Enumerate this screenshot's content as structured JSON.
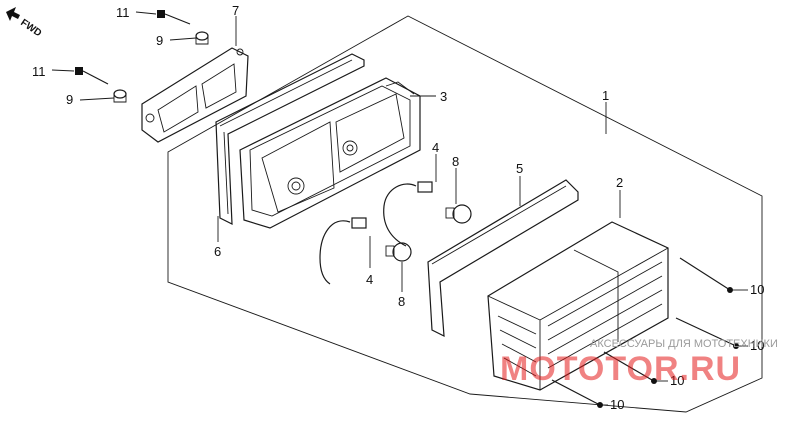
{
  "orientation": {
    "label": "FWD",
    "icon": "arrow-icon"
  },
  "callouts": {
    "c1": "1",
    "c2": "2",
    "c3": "3",
    "c4_top": "4",
    "c4_bottom": "4",
    "c5": "5",
    "c6": "6",
    "c7": "7",
    "c8_top": "8",
    "c8_bottom": "8",
    "c9_top": "9",
    "c9_bottom": "9",
    "c10_a": "10",
    "c10_b": "10",
    "c10_c": "10",
    "c10_d": "10",
    "c11_top": "11",
    "c11_bottom": "11"
  },
  "watermark": {
    "line1": "АКСЕССУАРЫ ДЛЯ МОТОТЕХНИКИ",
    "line2": "MOTOTOR.RU"
  }
}
